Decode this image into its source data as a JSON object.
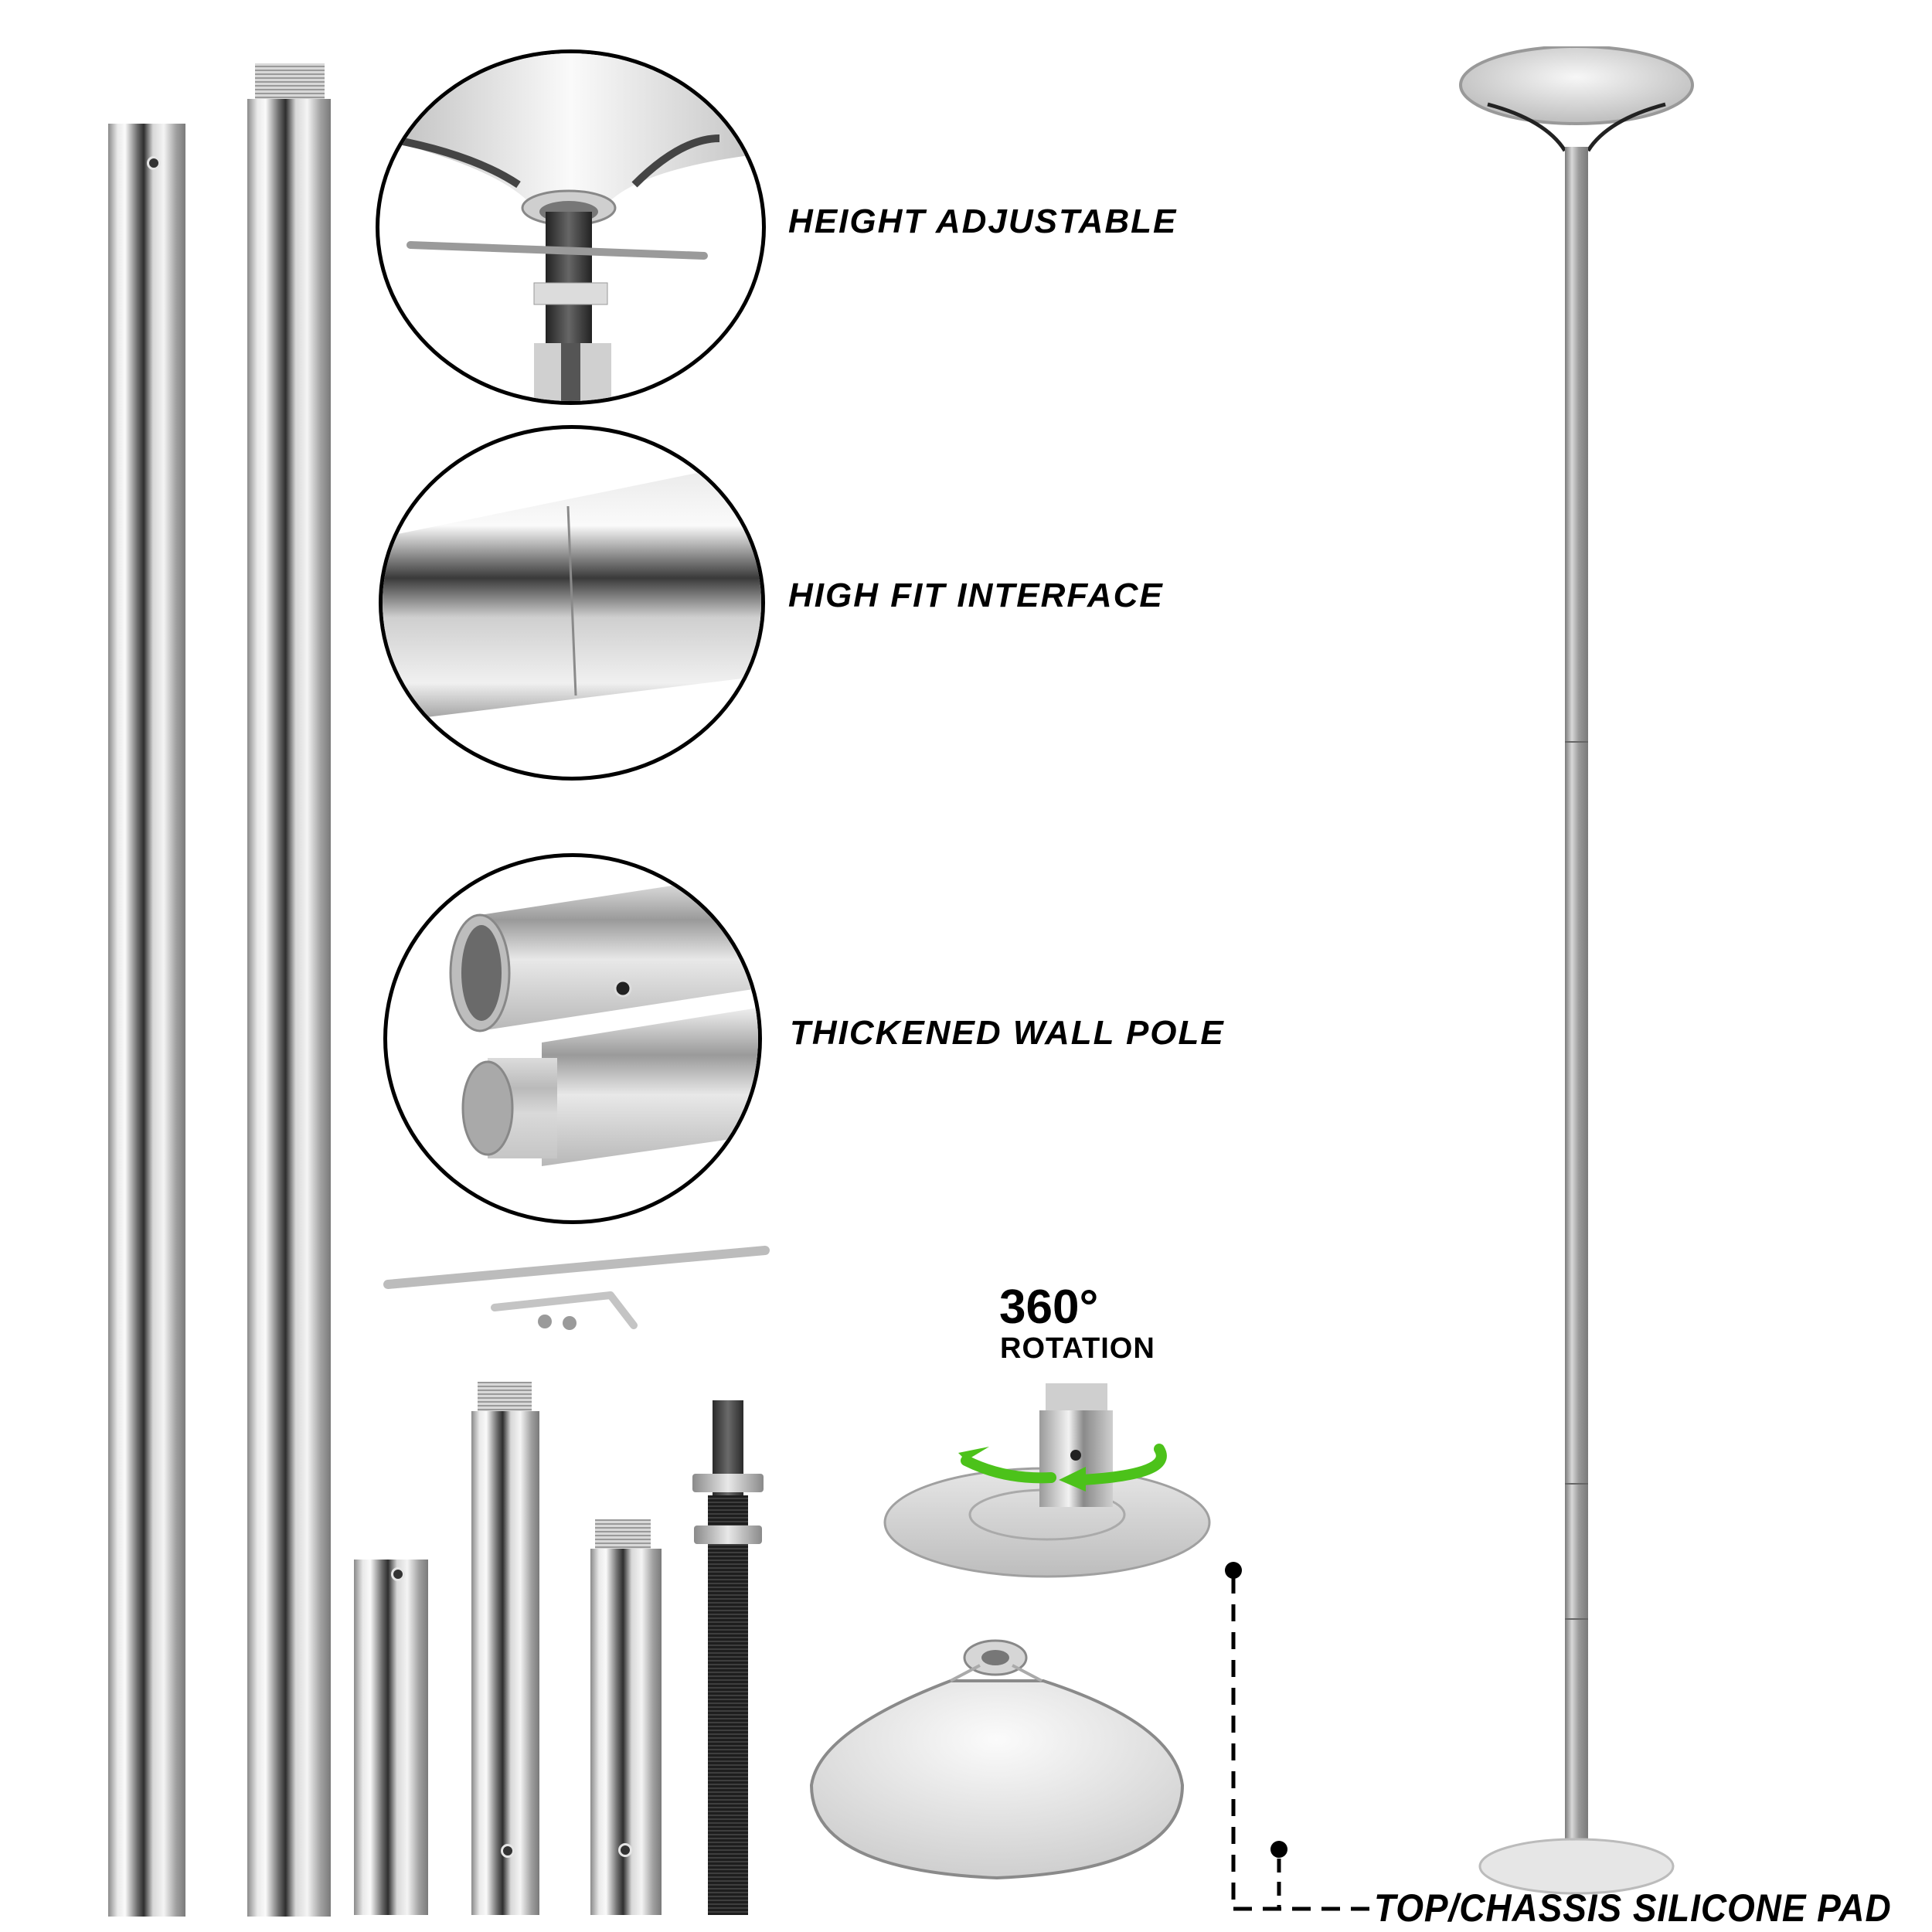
{
  "product_image": {
    "subject": "Portable spinning/static pole kit",
    "features": [
      {
        "label": "HEIGHT ADJUSTABLE",
        "icon": "height-adjust-detail"
      },
      {
        "label": "HIGH FIT INTERFACE",
        "icon": "pole-joint-detail"
      },
      {
        "label": "THICKENED WALL POLE",
        "icon": "threaded-ends-detail"
      }
    ],
    "rotation": {
      "value": "360°",
      "label": "ROTATION",
      "arrow_color": "#4cc21a"
    },
    "callout": {
      "label": "TOP/CHASSIS SILICONE PAD",
      "line_style": "dashed"
    },
    "components": [
      "long-pole-section-1",
      "long-pole-section-2",
      "short-pole-sleeve",
      "extension-tube-long",
      "extension-tube-short",
      "threaded-adjuster-rod",
      "tightening-bar",
      "allen-key",
      "screws",
      "swivel-base-plate",
      "dome-base"
    ],
    "colors": {
      "background": "#ffffff",
      "text": "#000000",
      "metal": "#c8c8c8",
      "accent_green": "#4cc21a"
    }
  }
}
